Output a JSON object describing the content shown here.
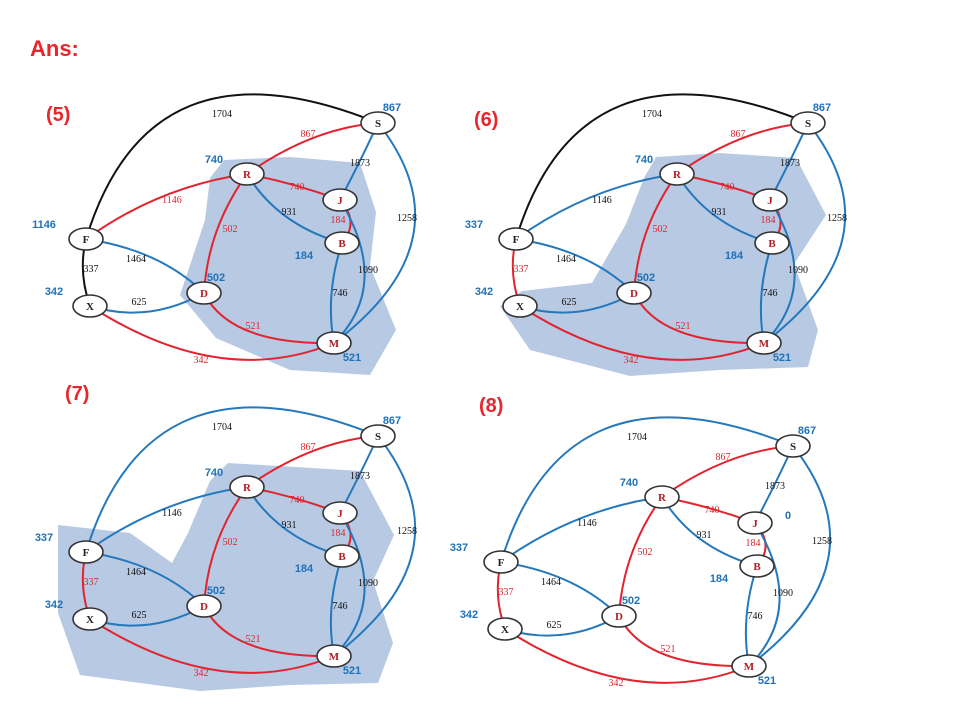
{
  "title": "Ans:",
  "colors": {
    "red": "#e1242e",
    "blue": "#2478bc",
    "black": "#111111",
    "shade": "#b4c6e3",
    "label_red": "#e8262b",
    "label_blue": "#1f72b8"
  },
  "edges_def": [
    {
      "id": "F-S",
      "a": "F",
      "b": "S",
      "w": "1704"
    },
    {
      "id": "R-S",
      "a": "R",
      "b": "S",
      "w": "867"
    },
    {
      "id": "J-S",
      "a": "J",
      "b": "S",
      "w": "1873"
    },
    {
      "id": "M-S",
      "a": "M",
      "b": "S",
      "w": "1258"
    },
    {
      "id": "F-R",
      "a": "F",
      "b": "R",
      "w": "1146"
    },
    {
      "id": "R-J",
      "a": "R",
      "b": "J",
      "w": "740"
    },
    {
      "id": "R-B",
      "a": "R",
      "b": "B",
      "w": "931"
    },
    {
      "id": "R-D",
      "a": "R",
      "b": "D",
      "w": "502"
    },
    {
      "id": "J-B",
      "a": "J",
      "b": "B",
      "w": "184"
    },
    {
      "id": "J-M",
      "a": "J",
      "b": "M",
      "w": "1090"
    },
    {
      "id": "B-M",
      "a": "B",
      "b": "M",
      "w": "746"
    },
    {
      "id": "F-D",
      "a": "F",
      "b": "D",
      "w": "1464"
    },
    {
      "id": "F-X",
      "a": "F",
      "b": "X",
      "w": "337"
    },
    {
      "id": "X-D",
      "a": "X",
      "b": "D",
      "w": "625"
    },
    {
      "id": "D-M",
      "a": "D",
      "b": "M",
      "w": "521"
    },
    {
      "id": "X-M",
      "a": "X",
      "b": "M",
      "w": "342"
    }
  ],
  "panels": [
    {
      "label": "(5)",
      "distances": {
        "S": "867",
        "R": "740",
        "F": "1146",
        "X": "342",
        "D": "502",
        "B": "184",
        "M": "521"
      },
      "edges": {
        "F-S": "black",
        "R-S": "red",
        "J-S": "blue",
        "M-S": "blue",
        "F-R": "red",
        "R-J": "red",
        "R-B": "blue",
        "R-D": "red",
        "J-B": "red",
        "J-M": "blue",
        "B-M": "blue",
        "F-D": "blue",
        "F-X": "black",
        "X-D": "blue",
        "D-M": "red",
        "X-M": "red"
      },
      "shade": "R,D,M,B,J"
    },
    {
      "label": "(6)",
      "distances": {
        "S": "867",
        "R": "740",
        "F": "337",
        "X": "342",
        "D": "502",
        "B": "184",
        "M": "521"
      },
      "edges": {
        "F-S": "black",
        "R-S": "red",
        "J-S": "blue",
        "M-S": "blue",
        "F-R": "blue",
        "R-J": "red",
        "R-B": "blue",
        "R-D": "red",
        "J-B": "red",
        "J-M": "blue",
        "B-M": "blue",
        "F-D": "blue",
        "F-X": "red",
        "X-D": "blue",
        "D-M": "red",
        "X-M": "red"
      },
      "shade": "X,R,D,M,B,J"
    },
    {
      "label": "(7)",
      "distances": {
        "S": "867",
        "R": "740",
        "F": "337",
        "X": "342",
        "D": "502",
        "B": "184",
        "M": "521"
      },
      "edges": {
        "F-S": "blue",
        "R-S": "red",
        "J-S": "blue",
        "M-S": "blue",
        "F-R": "blue",
        "R-J": "red",
        "R-B": "blue",
        "R-D": "red",
        "J-B": "red",
        "J-M": "blue",
        "B-M": "blue",
        "F-D": "blue",
        "F-X": "red",
        "X-D": "blue",
        "D-M": "red",
        "X-M": "red"
      },
      "shade": "F,X,R,D,M,B,J"
    },
    {
      "label": "(8)",
      "distances": {
        "S": "867",
        "R": "740",
        "F": "337",
        "X": "342",
        "D": "502",
        "J": "0",
        "B": "184",
        "M": "521"
      },
      "edges": {
        "F-S": "blue",
        "R-S": "red",
        "J-S": "blue",
        "M-S": "blue",
        "F-R": "blue",
        "R-J": "red",
        "R-B": "blue",
        "R-D": "red",
        "J-B": "red",
        "J-M": "blue",
        "B-M": "blue",
        "F-D": "blue",
        "F-X": "red",
        "X-D": "blue",
        "D-M": "red",
        "X-M": "red"
      },
      "shade": ""
    }
  ]
}
